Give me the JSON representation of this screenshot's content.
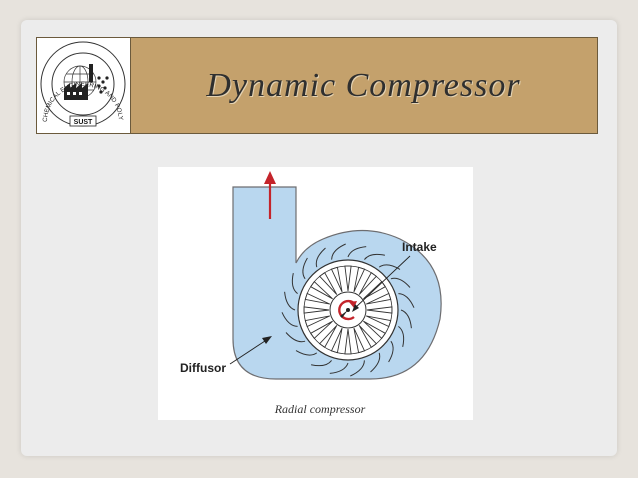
{
  "slide": {
    "title": "Dynamic Compressor"
  },
  "logo": {
    "ring_text": "CHEMICAL ENGINEERING AND POLYMER SCIENCE FRATERNITY",
    "badge": "SUST"
  },
  "diagram": {
    "labels": {
      "intake": "Intake",
      "diffusor": "Diffusor"
    },
    "caption": "Radial compressor",
    "colors": {
      "casing": "#b9d7ef",
      "outline": "#6d6d70",
      "arrow": "#c4242b",
      "background": "#ffffff"
    }
  }
}
